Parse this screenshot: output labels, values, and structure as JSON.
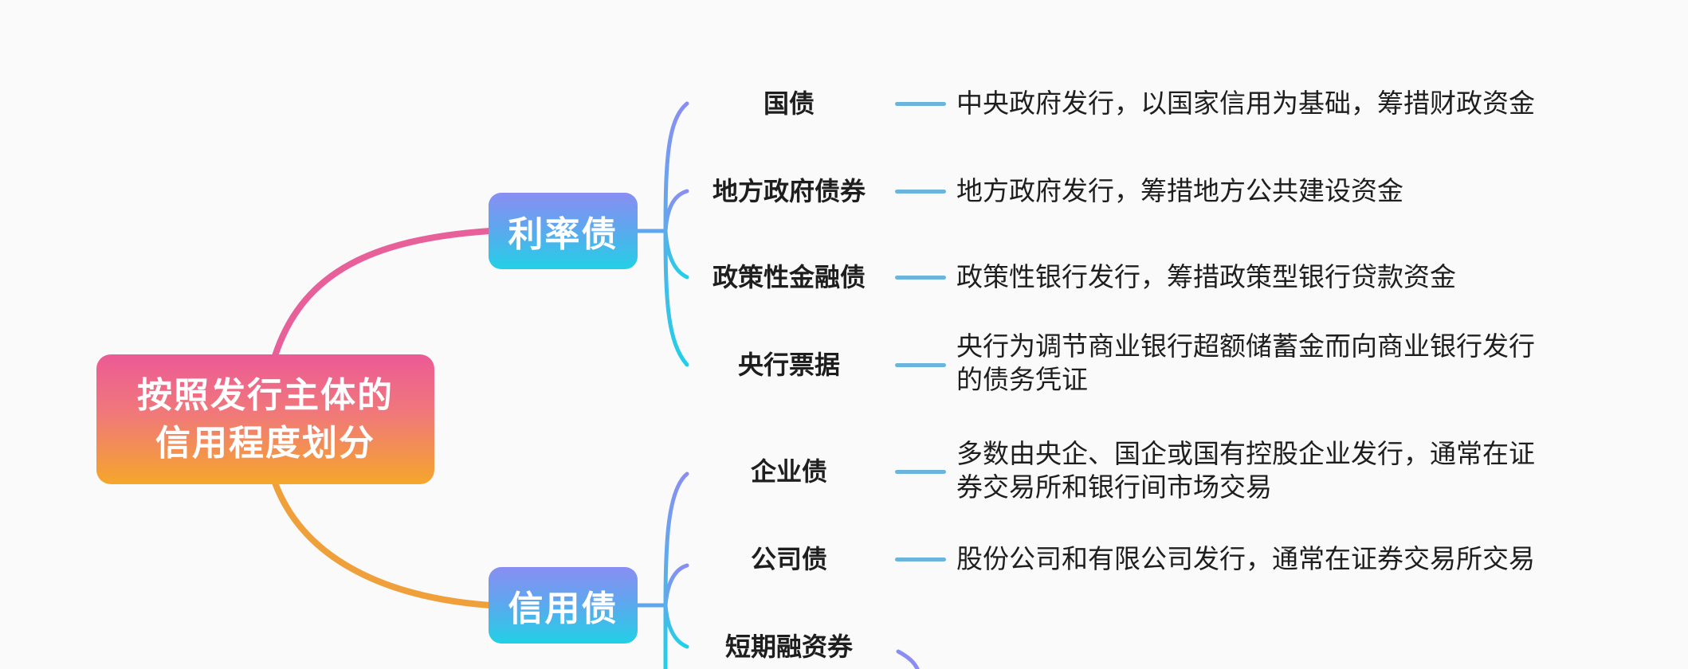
{
  "root": {
    "line1": "按照发行主体的",
    "line2": "信用程度划分",
    "gradient": [
      "#ec5a96",
      "#f5a62b"
    ]
  },
  "branches": [
    {
      "label": "利率债",
      "link_color": "#e8609a",
      "children": [
        {
          "label": "国债",
          "desc": [
            "中央政府发行，以国家信用为基础，筹措财政资金"
          ]
        },
        {
          "label": "地方政府债券",
          "desc": [
            "地方政府发行，筹措地方公共建设资金"
          ]
        },
        {
          "label": "政策性金融债",
          "desc": [
            "政策性银行发行，筹措政策型银行贷款资金"
          ]
        },
        {
          "label": "央行票据",
          "desc": [
            "央行为调节商业银行超额储蓄金而向商业银行发行",
            "的债务凭证"
          ]
        }
      ]
    },
    {
      "label": "信用债",
      "link_color": "#f0a03a",
      "children": [
        {
          "label": "企业债",
          "desc": [
            "多数由央企、国企或国有控股企业发行，通常在证",
            "券交易所和银行间市场交易"
          ]
        },
        {
          "label": "公司债",
          "desc": [
            "股份公司和有限公司发行，通常在证券交易所交易"
          ]
        },
        {
          "label": "短期融资券",
          "desc": []
        }
      ]
    }
  ],
  "colors": {
    "background": "#fafafa",
    "branch_gradient": [
      "#8a8ef2",
      "#22d0e6"
    ],
    "dash": "#6bb5dc",
    "text": "#1e1e1e"
  }
}
